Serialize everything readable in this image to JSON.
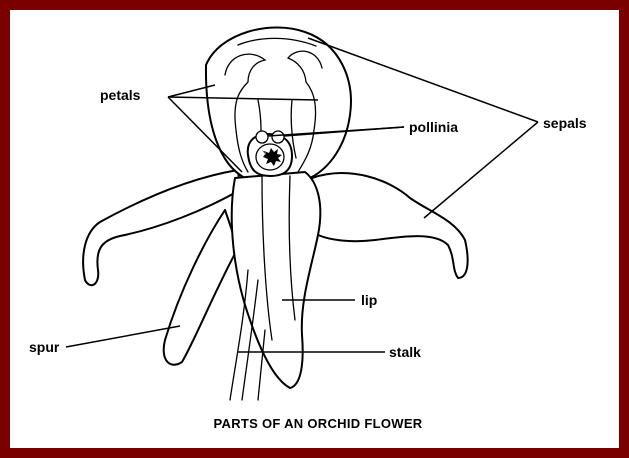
{
  "diagram": {
    "caption": "PARTS OF AN ORCHID FLOWER",
    "labels": {
      "petals": "petals",
      "pollinia": "pollinia",
      "sepals": "sepals",
      "lip": "lip",
      "stalk": "stalk",
      "spur": "spur"
    }
  },
  "colors": {
    "frame": "#7a0000",
    "background": "#ffffff",
    "ink": "#000000"
  }
}
